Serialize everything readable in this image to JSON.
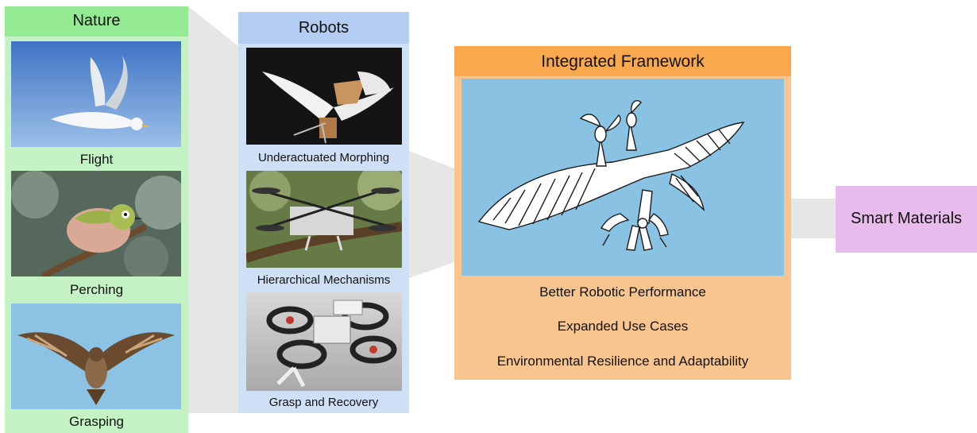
{
  "nature": {
    "title": "Nature",
    "items": [
      {
        "label": "Flight"
      },
      {
        "label": "Perching"
      },
      {
        "label": "Grasping"
      }
    ]
  },
  "robots": {
    "title": "Robots",
    "items": [
      {
        "label": "Underactuated Morphing"
      },
      {
        "label": "Hierarchical Mechanisms"
      },
      {
        "label": "Grasp and Recovery"
      }
    ]
  },
  "framework": {
    "title": "Integrated Framework",
    "results": [
      "Better Robotic Performance",
      "Expanded Use Cases",
      "Environmental Resilience and Adaptability"
    ]
  },
  "smart_materials": {
    "label": "Smart Materials"
  },
  "colors": {
    "nature_bg": "#c4f2c4",
    "nature_header": "#94eb94",
    "robots_bg": "#cfe0f6",
    "robots_header": "#b4cdf3",
    "framework_bg": "#f9c58f",
    "framework_header": "#f8a94d",
    "framework_image_bg": "#89c2e3",
    "smart_materials_bg": "#e7bbec",
    "connector": "#e6e6e6"
  }
}
